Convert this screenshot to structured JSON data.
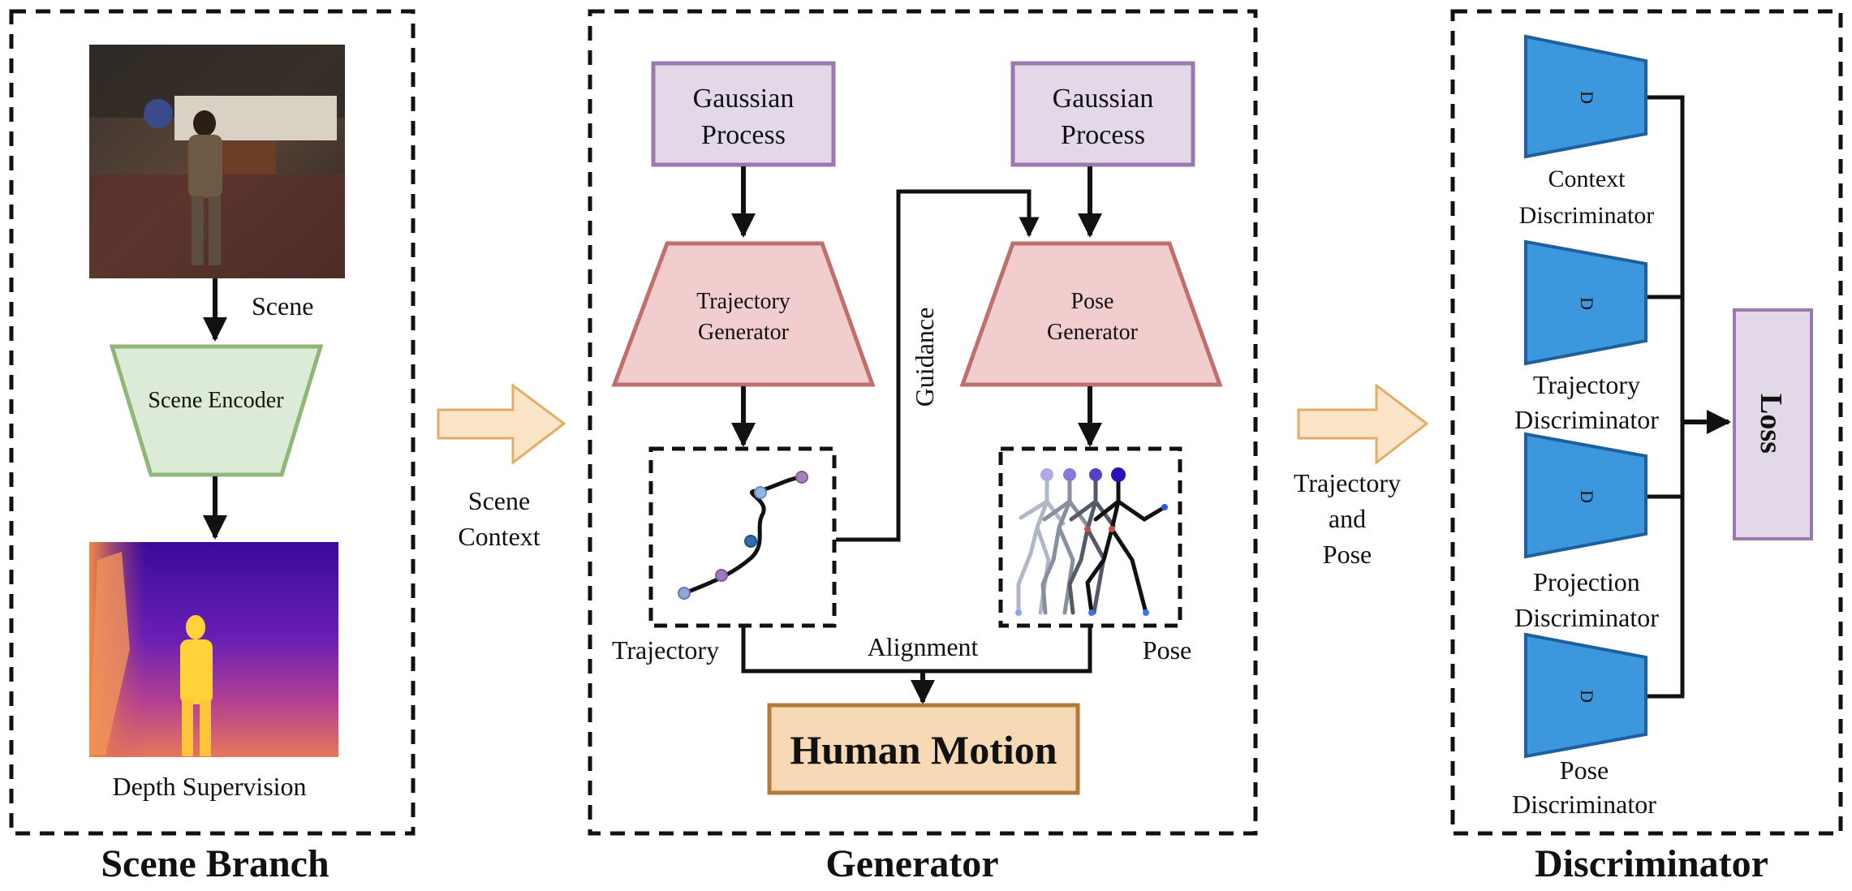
{
  "panels": {
    "scene_branch": {
      "title": "Scene Branch",
      "scene_label": "Scene",
      "encoder_label": "Scene Encoder",
      "depth_label": "Depth Supervision"
    },
    "generator": {
      "title": "Generator",
      "gp_left_line1": "Gaussian",
      "gp_left_line2": "Process",
      "gp_right_line1": "Gaussian",
      "gp_right_line2": "Process",
      "traj_gen_line1": "Trajectory",
      "traj_gen_line2": "Generator",
      "pose_gen_line1": "Pose",
      "pose_gen_line2": "Generator",
      "guidance_label": "Guidance",
      "trajectory_label": "Trajectory",
      "pose_label": "Pose",
      "alignment_label": "Alignment",
      "output_label": "Human Motion"
    },
    "discriminator": {
      "title": "Discriminator",
      "d_symbol": "D",
      "loss_label": "Loss",
      "discriminators": [
        {
          "line1": "Context",
          "line2": "Discriminator"
        },
        {
          "line1": "Trajectory",
          "line2": "Discriminator"
        },
        {
          "line1": "Projection",
          "line2": "Discriminator"
        },
        {
          "line1": "Pose",
          "line2": "Discriminator"
        }
      ]
    }
  },
  "connectors": {
    "scene_context_line1": "Scene",
    "scene_context_line2": "Context",
    "traj_pose_line1": "Trajectory",
    "traj_pose_line2": "and",
    "traj_pose_line3": "Pose"
  },
  "colors": {
    "purple_fill": "#e3d8e8",
    "purple_stroke": "#9b79b0",
    "red_fill": "#f2cdcd",
    "red_stroke": "#bf6f6c",
    "green_fill": "#dcebd8",
    "green_stroke": "#8fb878",
    "orange_fill": "#f7d9b5",
    "orange_stroke": "#b47a3a",
    "arrow_fill": "#fbe4c8",
    "arrow_stroke": "#e2ae66",
    "disc_fill": "#3d97dd",
    "disc_stroke": "#1f5f9c"
  }
}
